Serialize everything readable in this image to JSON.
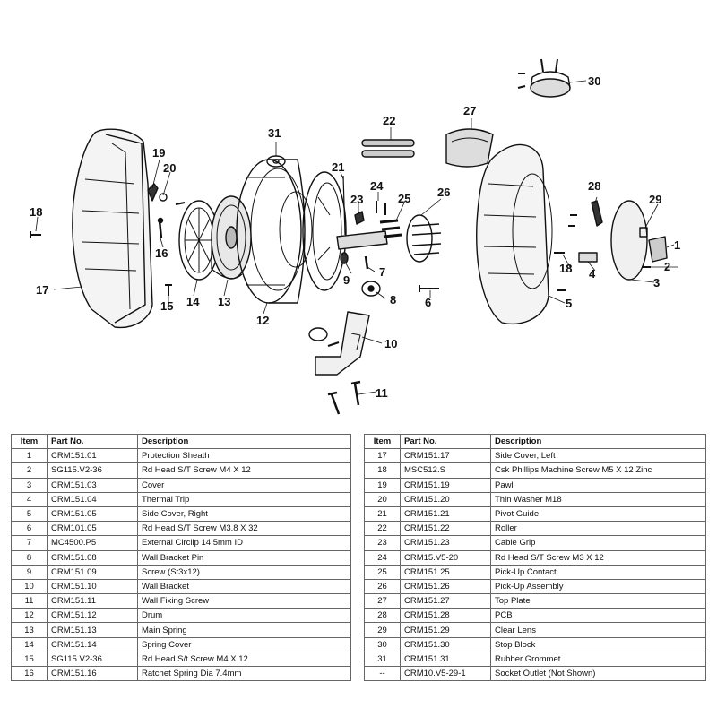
{
  "callouts": [
    "1",
    "2",
    "3",
    "4",
    "5",
    "6",
    "7",
    "8",
    "9",
    "10",
    "11",
    "12",
    "13",
    "14",
    "15",
    "16",
    "17",
    "18",
    "18",
    "19",
    "20",
    "21",
    "22",
    "23",
    "24",
    "25",
    "26",
    "27",
    "28",
    "29",
    "30",
    "31"
  ],
  "table": {
    "headers": {
      "item": "Item",
      "part": "Part No.",
      "desc": "Description"
    },
    "left": [
      {
        "item": "1",
        "part": "CRM151.01",
        "desc": "Protection Sheath"
      },
      {
        "item": "2",
        "part": "SG115.V2-36",
        "desc": "Rd Head S/T Screw M4 X 12"
      },
      {
        "item": "3",
        "part": "CRM151.03",
        "desc": "Cover"
      },
      {
        "item": "4",
        "part": "CRM151.04",
        "desc": "Thermal Trip"
      },
      {
        "item": "5",
        "part": "CRM151.05",
        "desc": "Side Cover, Right"
      },
      {
        "item": "6",
        "part": "CRM101.05",
        "desc": "Rd Head S/T Screw M3.8 X 32"
      },
      {
        "item": "7",
        "part": "MC4500.P5",
        "desc": "External Circlip 14.5mm ID"
      },
      {
        "item": "8",
        "part": "CRM151.08",
        "desc": "Wall Bracket Pin"
      },
      {
        "item": "9",
        "part": "CRM151.09",
        "desc": "Screw (St3x12)"
      },
      {
        "item": "10",
        "part": "CRM151.10",
        "desc": "Wall Bracket"
      },
      {
        "item": "11",
        "part": "CRM151.11",
        "desc": "Wall Fixing Screw"
      },
      {
        "item": "12",
        "part": "CRM151.12",
        "desc": "Drum"
      },
      {
        "item": "13",
        "part": "CRM151.13",
        "desc": "Main Spring"
      },
      {
        "item": "14",
        "part": "CRM151.14",
        "desc": "Spring Cover"
      },
      {
        "item": "15",
        "part": "SG115.V2-36",
        "desc": "Rd Head S/t Screw M4 X 12"
      },
      {
        "item": "16",
        "part": "CRM151.16",
        "desc": "Ratchet Spring Dia 7.4mm"
      }
    ],
    "right": [
      {
        "item": "17",
        "part": "CRM151.17",
        "desc": "Side Cover, Left"
      },
      {
        "item": "18",
        "part": "MSC512.S",
        "desc": "Csk Phillips Machine Screw M5 X 12 Zinc"
      },
      {
        "item": "19",
        "part": "CRM151.19",
        "desc": "Pawl"
      },
      {
        "item": "20",
        "part": "CRM151.20",
        "desc": "Thin Washer M18"
      },
      {
        "item": "21",
        "part": "CRM151.21",
        "desc": "Pivot Guide"
      },
      {
        "item": "22",
        "part": "CRM151.22",
        "desc": "Roller"
      },
      {
        "item": "23",
        "part": "CRM151.23",
        "desc": "Cable Grip"
      },
      {
        "item": "24",
        "part": "CRM15.V5-20",
        "desc": "Rd Head S/T Screw M3 X 12"
      },
      {
        "item": "25",
        "part": "CRM151.25",
        "desc": "Pick-Up Contact"
      },
      {
        "item": "26",
        "part": "CRM151.26",
        "desc": "Pick-Up Assembly"
      },
      {
        "item": "27",
        "part": "CRM151.27",
        "desc": "Top Plate"
      },
      {
        "item": "28",
        "part": "CRM151.28",
        "desc": "PCB"
      },
      {
        "item": "29",
        "part": "CRM151.29",
        "desc": "Clear Lens"
      },
      {
        "item": "30",
        "part": "CRM151.30",
        "desc": "Stop Block"
      },
      {
        "item": "31",
        "part": "CRM151.31",
        "desc": "Rubber Grommet"
      },
      {
        "item": "--",
        "part": "CRM10.V5-29-1",
        "desc": "Socket Outlet (Not Shown)"
      }
    ]
  }
}
